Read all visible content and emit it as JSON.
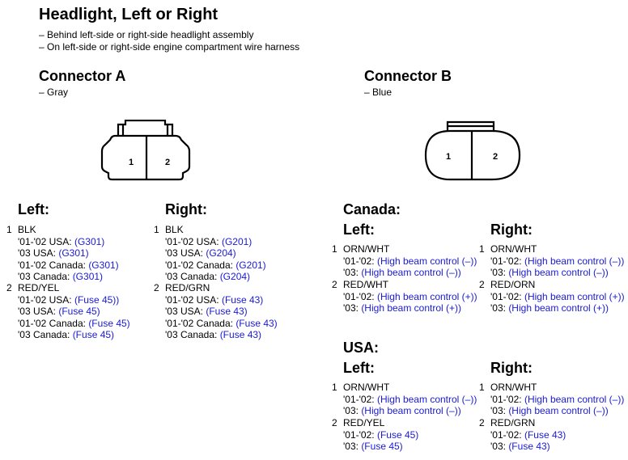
{
  "title": "Headlight, Left or Right",
  "bullets": [
    "– Behind left-side or right-side headlight assembly",
    "– On left-side or right-side engine compartment wire harness"
  ],
  "connector_a": {
    "heading": "Connector A",
    "color": "– Gray",
    "pins": [
      "1",
      "2"
    ],
    "left": {
      "heading": "Left:",
      "pin1": {
        "num": "1",
        "wire": "BLK",
        "rows": [
          {
            "label": "'01-'02 USA: ",
            "value": "(G301)"
          },
          {
            "label": "'03 USA: ",
            "value": "(G301)"
          },
          {
            "label": "'01-'02 Canada: ",
            "value": "(G301)"
          },
          {
            "label": "'03 Canada: ",
            "value": "(G301)"
          }
        ]
      },
      "pin2": {
        "num": "2",
        "wire": "RED/YEL",
        "rows": [
          {
            "label": "'01-'02 USA: ",
            "value": "(Fuse 45))"
          },
          {
            "label": "'03 USA: ",
            "value": "(Fuse 45)"
          },
          {
            "label": "'01-'02 Canada: ",
            "value": "(Fuse 45)"
          },
          {
            "label": "'03 Canada: ",
            "value": "(Fuse 45)"
          }
        ]
      }
    },
    "right": {
      "heading": "Right:",
      "pin1": {
        "num": "1",
        "wire": "BLK",
        "rows": [
          {
            "label": "'01-'02 USA: ",
            "value": "(G201)"
          },
          {
            "label": "'03 USA: ",
            "value": "(G204)"
          },
          {
            "label": "'01-'02 Canada: ",
            "value": "(G201)"
          },
          {
            "label": "'03 Canada: ",
            "value": "(G204)"
          }
        ]
      },
      "pin2": {
        "num": "2",
        "wire": "RED/GRN",
        "rows": [
          {
            "label": "'01-'02 USA: ",
            "value": "(Fuse 43)"
          },
          {
            "label": "'03 USA: ",
            "value": "(Fuse 43)"
          },
          {
            "label": "'01-'02 Canada: ",
            "value": "(Fuse 43)"
          },
          {
            "label": "'03 Canada: ",
            "value": "(Fuse 43)"
          }
        ]
      }
    }
  },
  "connector_b": {
    "heading": "Connector B",
    "color": "– Blue",
    "pins": [
      "1",
      "2"
    ],
    "canada": {
      "heading": "Canada:",
      "left": {
        "heading": "Left:",
        "pin1": {
          "num": "1",
          "wire": "ORN/WHT",
          "rows": [
            {
              "label": "'01-'02: ",
              "value": "(High beam control (–))"
            },
            {
              "label": "'03: ",
              "value": "(High beam control (–))"
            }
          ]
        },
        "pin2": {
          "num": "2",
          "wire": "RED/WHT",
          "rows": [
            {
              "label": "'01-'02: ",
              "value": "(High beam control (+))"
            },
            {
              "label": "'03: ",
              "value": "(High beam control (+))"
            }
          ]
        }
      },
      "right": {
        "heading": "Right:",
        "pin1": {
          "num": "1",
          "wire": "ORN/WHT",
          "rows": [
            {
              "label": "'01-'02: ",
              "value": "(High beam control (–))"
            },
            {
              "label": "'03: ",
              "value": "(High beam control (–))"
            }
          ]
        },
        "pin2": {
          "num": "2",
          "wire": "RED/ORN",
          "rows": [
            {
              "label": "'01-'02: ",
              "value": "(High beam control (+))"
            },
            {
              "label": "'03: ",
              "value": "(High beam control (+))"
            }
          ]
        }
      }
    },
    "usa": {
      "heading": "USA:",
      "left": {
        "heading": "Left:",
        "pin1": {
          "num": "1",
          "wire": "ORN/WHT",
          "rows": [
            {
              "label": "'01-'02: ",
              "value": "(High beam control (–))"
            },
            {
              "label": "'03: ",
              "value": "(High beam control (–))"
            }
          ]
        },
        "pin2": {
          "num": "2",
          "wire": "RED/YEL",
          "rows": [
            {
              "label": "'01-'02: ",
              "value": "(Fuse 45)"
            },
            {
              "label": "'03: ",
              "value": "(Fuse 45)"
            }
          ]
        }
      },
      "right": {
        "heading": "Right:",
        "pin1": {
          "num": "1",
          "wire": "ORN/WHT",
          "rows": [
            {
              "label": "'01-'02: ",
              "value": "(High beam control (–))"
            },
            {
              "label": "'03: ",
              "value": "(High beam control (–))"
            }
          ]
        },
        "pin2": {
          "num": "2",
          "wire": "RED/GRN",
          "rows": [
            {
              "label": "'01-'02: ",
              "value": "(Fuse 43)"
            },
            {
              "label": "'03: ",
              "value": "(Fuse 43)"
            }
          ]
        }
      }
    }
  },
  "colors": {
    "link": "#1a1ad6",
    "text": "#000000"
  }
}
